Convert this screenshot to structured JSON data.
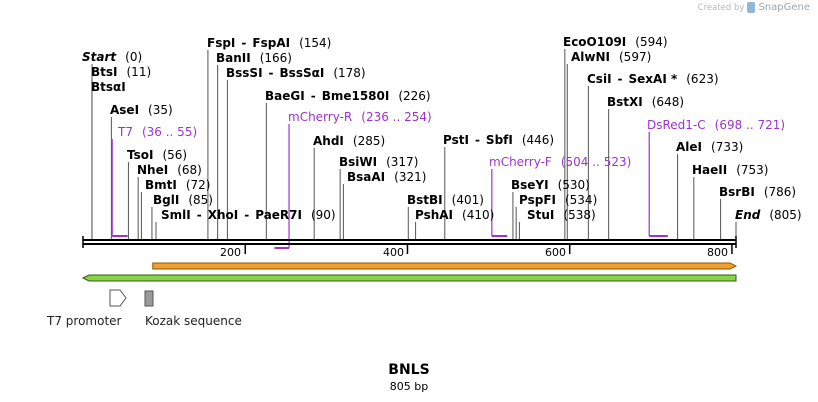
{
  "credit": {
    "prefix": "Created by",
    "brand": "SnapGene"
  },
  "title": "BNLS",
  "subtitle": "805 bp",
  "length": 805,
  "colors": {
    "primer": "#9c34cc",
    "orf_fill": "#f0a030",
    "orf_border": "#8b5a00",
    "green": "#8ad24a",
    "green_border": "#2e5e18"
  },
  "sites": [
    {
      "id": "start",
      "name": "Start",
      "pos": "(0)",
      "site": 0,
      "italic": true
    },
    {
      "id": "btsi",
      "name": "BtsI",
      "pos": "(11)",
      "site": 11
    },
    {
      "id": "btsai",
      "name": "BtsαI",
      "pos": "",
      "site": 11
    },
    {
      "id": "asei",
      "name": "AseI",
      "pos": "(35)",
      "site": 35
    },
    {
      "id": "tsoi",
      "name": "TsoI",
      "pos": "(56)",
      "site": 56
    },
    {
      "id": "nhei",
      "name": "NheI",
      "pos": "(68)",
      "site": 68
    },
    {
      "id": "bmti",
      "name": "BmtI",
      "pos": "(72)",
      "site": 72
    },
    {
      "id": "bgli",
      "name": "BglI",
      "pos": "(85)",
      "site": 85
    },
    {
      "id": "smli",
      "name": "SmlI",
      "name2": "XhoI",
      "name3": "PaeR7I",
      "pos": "(90)",
      "site": 90
    },
    {
      "id": "fspi",
      "name": "FspI",
      "name2": "FspAI",
      "pos": "(154)",
      "site": 154
    },
    {
      "id": "banii",
      "name": "BanII",
      "pos": "(166)",
      "site": 166
    },
    {
      "id": "bsssi",
      "name": "BssSI",
      "name2": "BssSαI",
      "pos": "(178)",
      "site": 178
    },
    {
      "id": "baegi",
      "name": "BaeGI",
      "name2": "Bme1580I",
      "pos": "(226)",
      "site": 226
    },
    {
      "id": "ahdi",
      "name": "AhdI",
      "pos": "(285)",
      "site": 285
    },
    {
      "id": "bsiwi",
      "name": "BsiWI",
      "pos": "(317)",
      "site": 317
    },
    {
      "id": "bsaai",
      "name": "BsaAI",
      "pos": "(321)",
      "site": 321
    },
    {
      "id": "bstbi",
      "name": "BstBI",
      "pos": "(401)",
      "site": 401
    },
    {
      "id": "pshai",
      "name": "PshAI",
      "pos": "(410)",
      "site": 410
    },
    {
      "id": "psti",
      "name": "PstI",
      "name2": "SbfI",
      "pos": "(446)",
      "site": 446
    },
    {
      "id": "bseyi",
      "name": "BseYI",
      "pos": "(530)",
      "site": 530
    },
    {
      "id": "pspfi",
      "name": "PspFI",
      "pos": "(534)",
      "site": 534
    },
    {
      "id": "stui",
      "name": "StuI",
      "pos": "(538)",
      "site": 538
    },
    {
      "id": "eco",
      "name": "EcoO109I",
      "pos": "(594)",
      "site": 594
    },
    {
      "id": "alwni",
      "name": "AlwNI",
      "pos": "(597)",
      "site": 597
    },
    {
      "id": "csii",
      "name": "CsiI",
      "name2": "SexAI *",
      "pos": "(623)",
      "site": 623
    },
    {
      "id": "bstxi",
      "name": "BstXI",
      "pos": "(648)",
      "site": 648
    },
    {
      "id": "alei",
      "name": "AleI",
      "pos": "(733)",
      "site": 733
    },
    {
      "id": "haeii",
      "name": "HaeII",
      "pos": "(753)",
      "site": 753
    },
    {
      "id": "bsrbi",
      "name": "BsrBI",
      "pos": "(786)",
      "site": 786
    },
    {
      "id": "end",
      "name": "End",
      "pos": "(805)",
      "site": 805,
      "italic": true
    }
  ],
  "primers": [
    {
      "id": "t7",
      "name": "T7",
      "range": "(36 .. 55)",
      "start": 36,
      "end": 55,
      "dir": "fwd"
    },
    {
      "id": "mcherry-r",
      "name": "mCherry-R",
      "range": "(236 .. 254)",
      "start": 236,
      "end": 254,
      "dir": "rev"
    },
    {
      "id": "mcherry-f",
      "name": "mCherry-F",
      "range": "(504 .. 523)",
      "start": 504,
      "end": 523,
      "dir": "fwd"
    },
    {
      "id": "dsred1-c",
      "name": "DsRed1-C",
      "range": "(698 .. 721)",
      "start": 698,
      "end": 721,
      "dir": "fwd"
    }
  ],
  "ticks": [
    200,
    400,
    600,
    800
  ],
  "features": [
    {
      "id": "orf",
      "start": 86,
      "end": 805,
      "dir": "fwd"
    },
    {
      "id": "green",
      "start": 0,
      "end": 805,
      "dir": "rev"
    }
  ],
  "legend": {
    "t7": "T7 promoter",
    "kozak": "Kozak sequence"
  }
}
